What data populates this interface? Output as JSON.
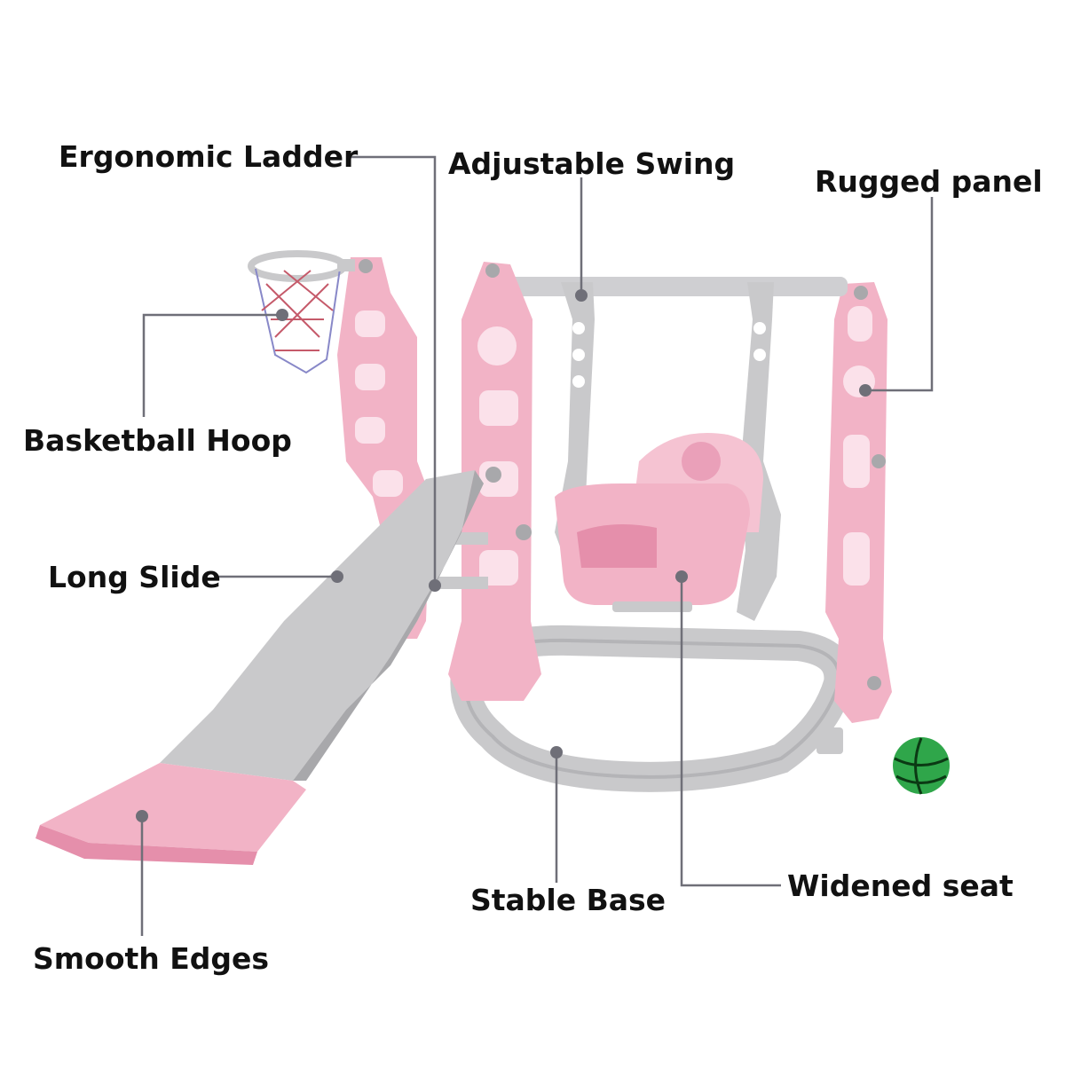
{
  "labels": {
    "ergonomic_ladder": "Ergonomic Ladder",
    "adjustable_swing": "Adjustable Swing",
    "rugged_panel": "Rugged panel",
    "basketball_hoop": "Basketball Hoop",
    "long_slide": "Long Slide",
    "stable_base": "Stable Base",
    "widened_seat": "Widened seat",
    "smooth_edges": "Smooth Edges"
  },
  "colors": {
    "pink": "#f2b3c6",
    "pink_dark": "#e58fab",
    "grey": "#c9c9cb",
    "grey_dark": "#a8a8ab",
    "leader": "#6f6f78",
    "ball": "#2fa64a"
  }
}
